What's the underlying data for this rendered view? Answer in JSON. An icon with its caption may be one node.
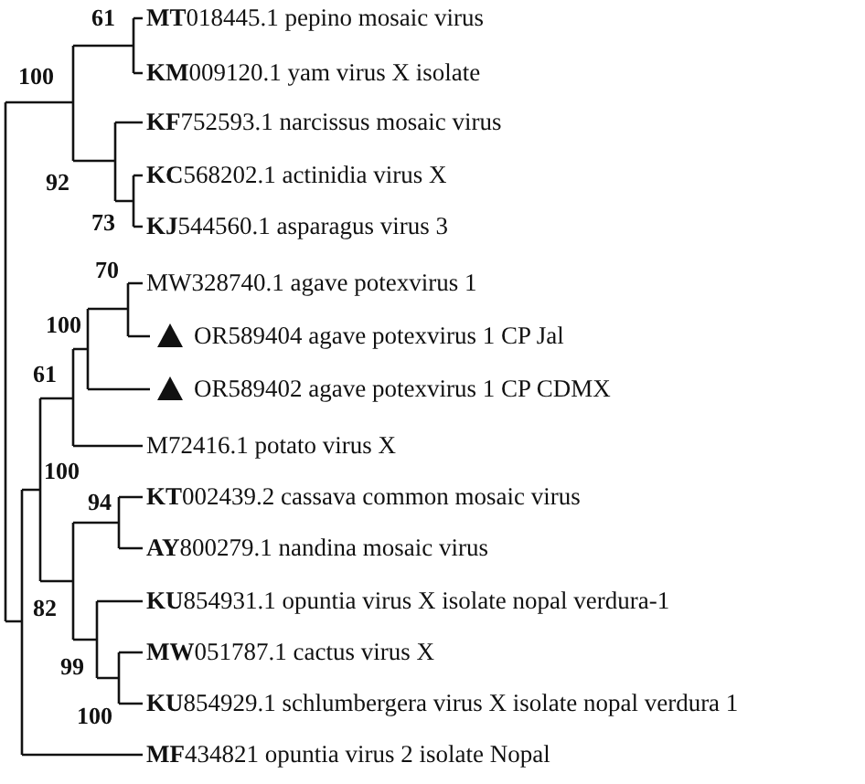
{
  "diagram": {
    "labels": [
      "61",
      "**MT**018445.1 pepino mosaic virus",
      "100",
      "**KM**009120.1 yam virus X isolate",
      "**KF**752593.1 narcissus mosaic virus",
      "**KC**568202.1 actinidia virus X",
      "92",
      "73",
      "**KJ**544560.1 asparagus virus 3",
      "70",
      "MW328740.1 agave potexvirus 1",
      "100",
      "OR589404 agave potexvirus 1 CP Jal",
      "61",
      "OR589402 agave potexvirus 1 CP CDMX",
      "M72416.1 potato virus X",
      "100",
      "94",
      "**KT**002439.2 cassava common mosaic virus",
      "**AY**800279.1 nandina mosaic virus",
      "82",
      "**KU**854931.1 opuntia virus X isolate nopal verdura-1",
      "**MW**051787.1 cactus virus X",
      "99",
      "**KU**854929.1 schlumbergera virus X isolate nopal verdura 1",
      "100",
      "**MF**434821 opuntia virus 2 isolate Nopal"
    ]
  }
}
